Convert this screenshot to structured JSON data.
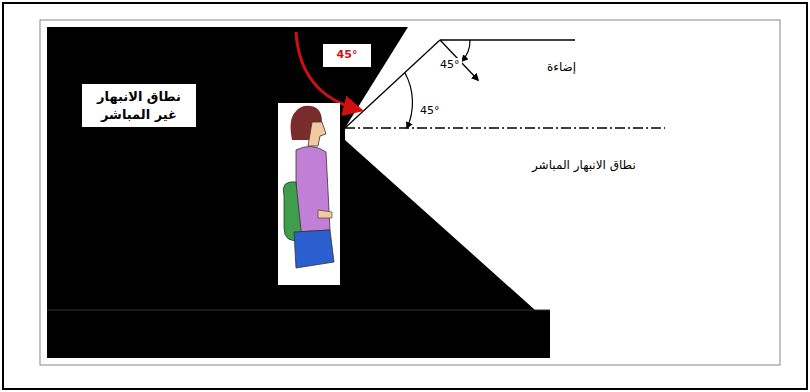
{
  "diagram": {
    "nodes": [
      {
        "text": [
          "نطاق الانبهار غير المباشر"
        ]
      },
      {
        "text": [
          "45°"
        ]
      }
    ],
    "labels": [
      "إضاءة",
      "45°",
      "45°",
      "نطاق الانبهار المباشر"
    ]
  }
}
